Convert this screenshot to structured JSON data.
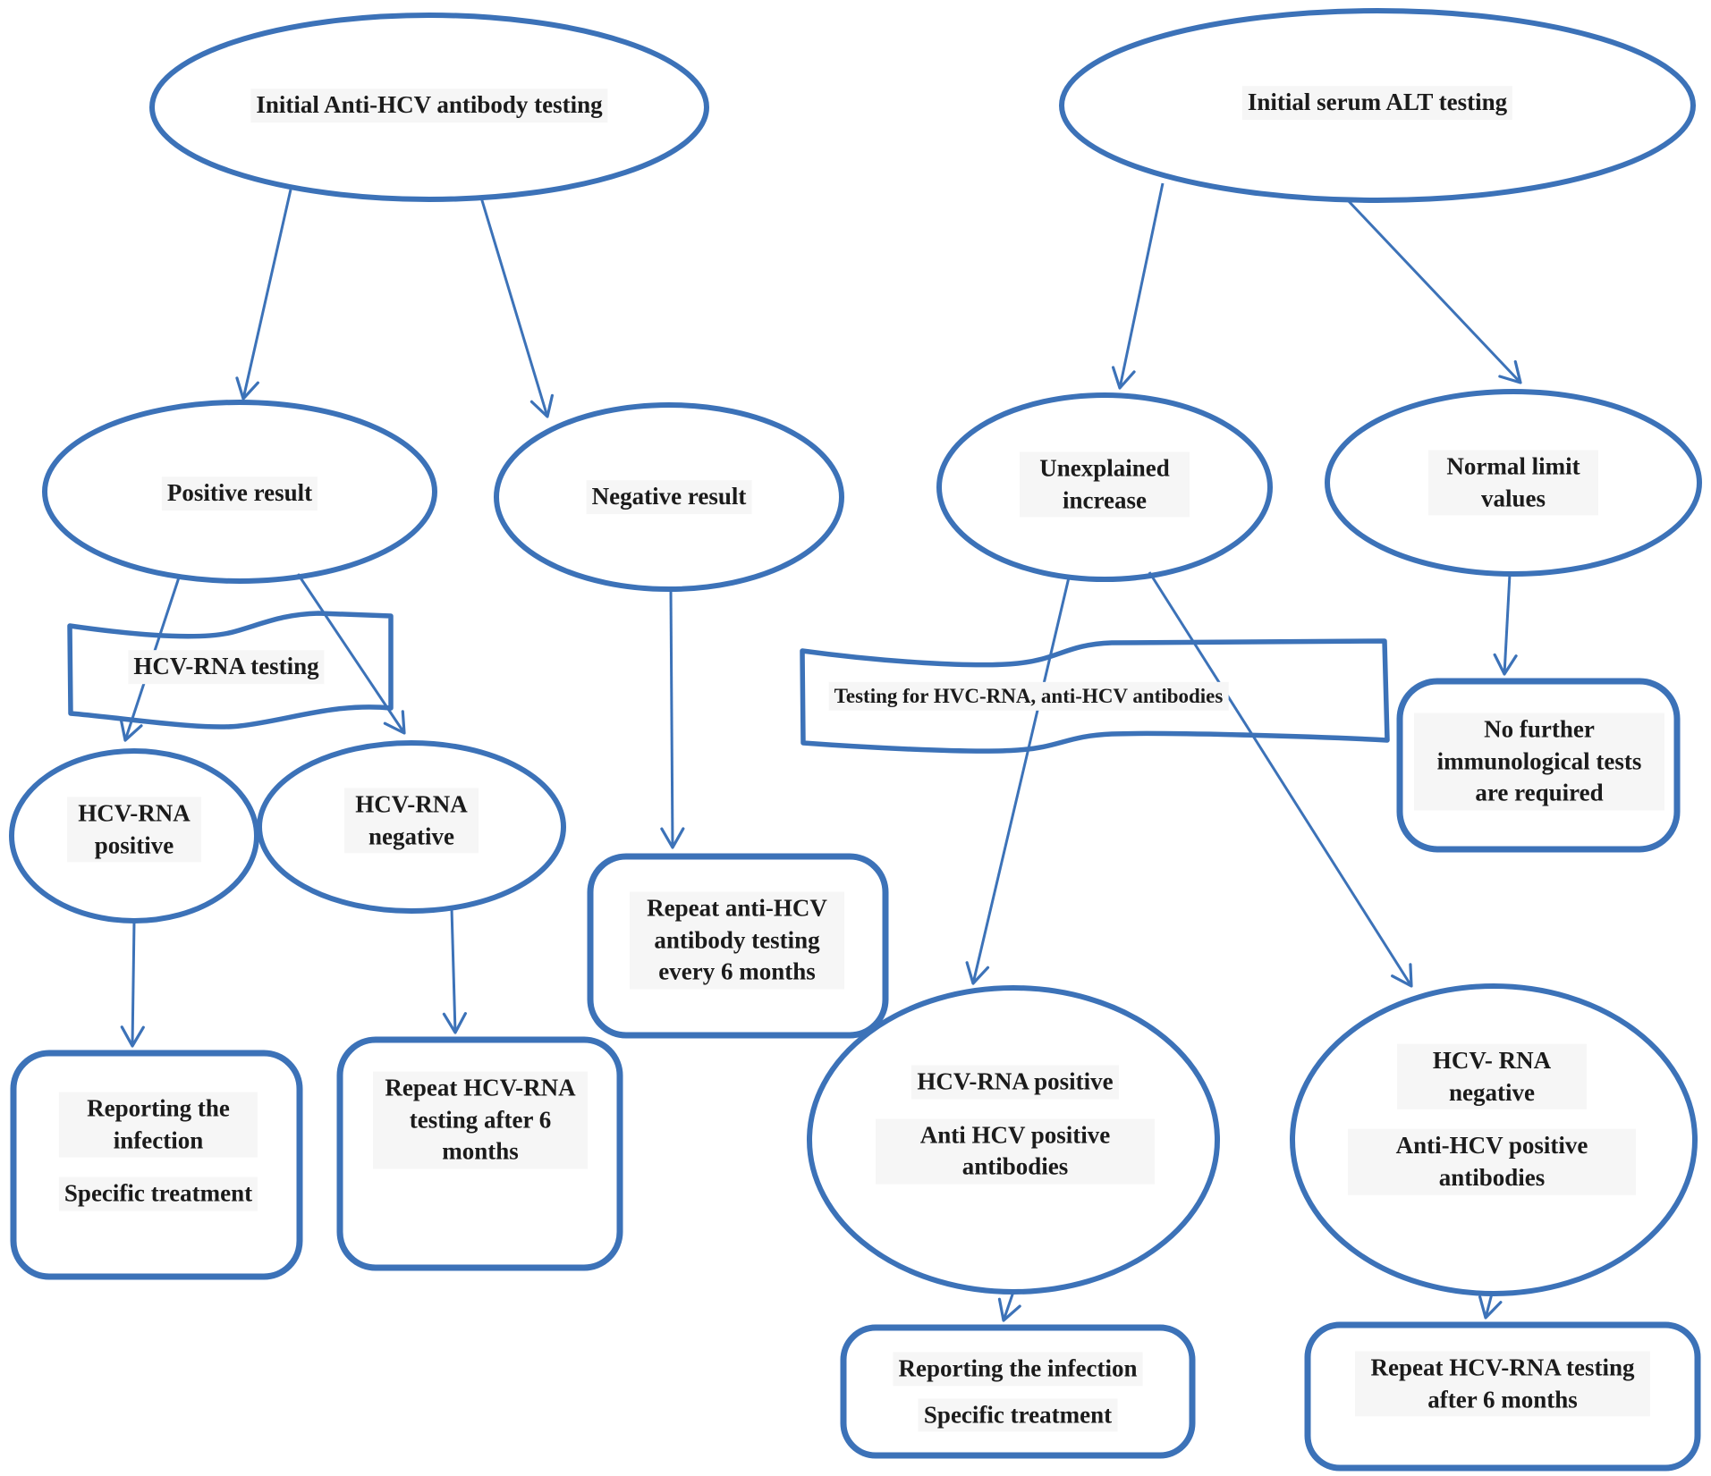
{
  "title": "HCV screening flowchart",
  "colors": {
    "stroke_blue": "#3c72b8",
    "text": "#1b1b1b",
    "label_shade": "#f6f6f6",
    "background": "#ffffff"
  },
  "nodes": {
    "anti_hcv_root": "Initial Anti-HCV antibody testing",
    "positive_result": "Positive result",
    "negative_result": "Negative result",
    "hcv_rna_testing_banner": "HCV-RNA testing",
    "hcv_rna_positive": "HCV-RNA positive",
    "hcv_rna_negative": "HCV-RNA negative",
    "reporting_infection_left": {
      "part1": "Reporting the infection",
      "part2": "Specific treatment"
    },
    "repeat_hcv_rna_left": "Repeat HCV-RNA testing after 6 months",
    "repeat_antibody_testing": "Repeat anti-HCV antibody testing every 6 months",
    "alt_root": "Initial serum ALT testing",
    "unexplained_increase": "Unexplained increase",
    "normal_limit_values": "Normal limit values",
    "testing_banner": "Testing for HVC-RNA, anti-HCV antibodies",
    "no_further_tests": "No further immunological tests are required",
    "hcv_rna_positive_antibodies": {
      "part1": "HCV-RNA positive",
      "part2": "Anti HCV positive antibodies"
    },
    "hcv_rna_negative_antibodies": {
      "part1": "HCV- RNA negative",
      "part2": "Anti-HCV positive antibodies"
    },
    "reporting_infection_right": {
      "part1": "Reporting the infection",
      "part2": "Specific treatment"
    },
    "repeat_hcv_rna_right": "Repeat HCV-RNA testing after 6 months"
  }
}
